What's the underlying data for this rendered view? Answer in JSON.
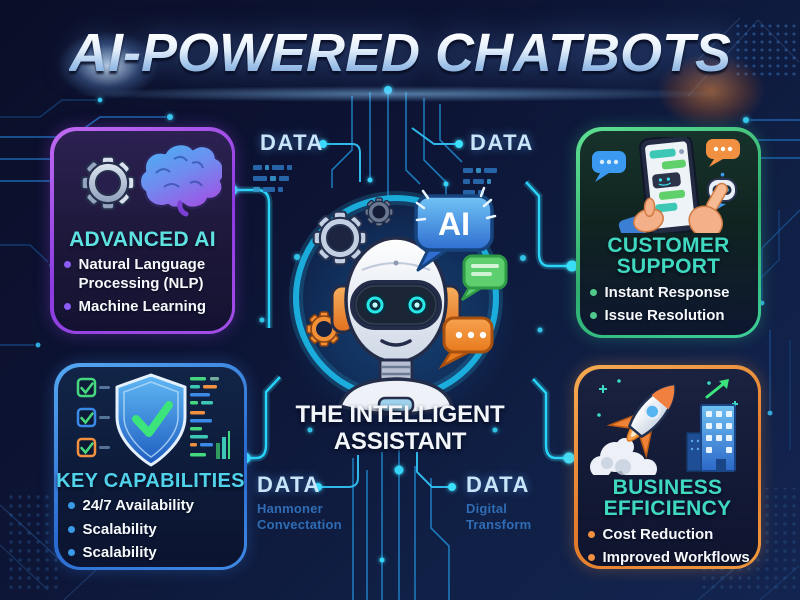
{
  "title": "AI-POWERED CHATBOTS",
  "center": {
    "ai_bubble": "AI",
    "caption_line1": "THE INTELLIGENT",
    "caption_line2": "ASSISTANT"
  },
  "cards": {
    "advanced_ai": {
      "title": "ADVANCED AI",
      "items": [
        "Natural Language Processing (NLP)",
        "Machine Learning"
      ],
      "accent_color": "#9d4ee8",
      "title_color": "#5fe2e2",
      "bullet_color": "#8b5cf6",
      "icons": [
        "gear-icon",
        "brain-icon"
      ]
    },
    "customer_support": {
      "title_line1": "CUSTOMER",
      "title_line2": "SUPPORT",
      "items": [
        "Instant Response",
        "Issue Resolution"
      ],
      "accent_color": "#43cf82",
      "title_color": "#3fd9c0",
      "bullet_color": "#52c98c",
      "icons": [
        "smartphone-chat-icon",
        "hand-icon",
        "robot-head-icon",
        "chat-bubble-icon"
      ]
    },
    "key_capabilities": {
      "title": "KEY CAPABILITIES",
      "items": [
        "24/7 Availability",
        "Scalability",
        "Scalability"
      ],
      "accent_color": "#3b8ae8",
      "title_color": "#4fd2ea",
      "bullet_color": "#3b9ae8",
      "icons": [
        "shield-check-icon",
        "checkbox-icon",
        "code-lines-icon"
      ]
    },
    "business_efficiency": {
      "title_line1": "BUSINESS",
      "title_line2": "EFFICIENCY",
      "items": [
        "Cost Reduction",
        "Improved Workflows"
      ],
      "accent_color": "#f09040",
      "title_color": "#3fd9c0",
      "bullet_color": "#f09040",
      "icons": [
        "rocket-icon",
        "clouds-icon",
        "building-icon",
        "growth-arrow-icon"
      ]
    }
  },
  "data_labels": {
    "top_left": {
      "label": "DATA"
    },
    "top_right": {
      "label": "DATA"
    },
    "bottom_left": {
      "label": "DATA",
      "sub_line1": "Hanmoner",
      "sub_line2": "Convectation"
    },
    "bottom_right": {
      "label": "DATA",
      "sub_line1": "Digital",
      "sub_line2": "Transform"
    }
  },
  "colors": {
    "background_top": "#0a0e28",
    "background_bottom": "#132450",
    "circuit_line": "#1f8fd8",
    "glow_dot": "#35d4f8",
    "title_top": "#ffffff",
    "title_bottom": "#7198cc"
  }
}
